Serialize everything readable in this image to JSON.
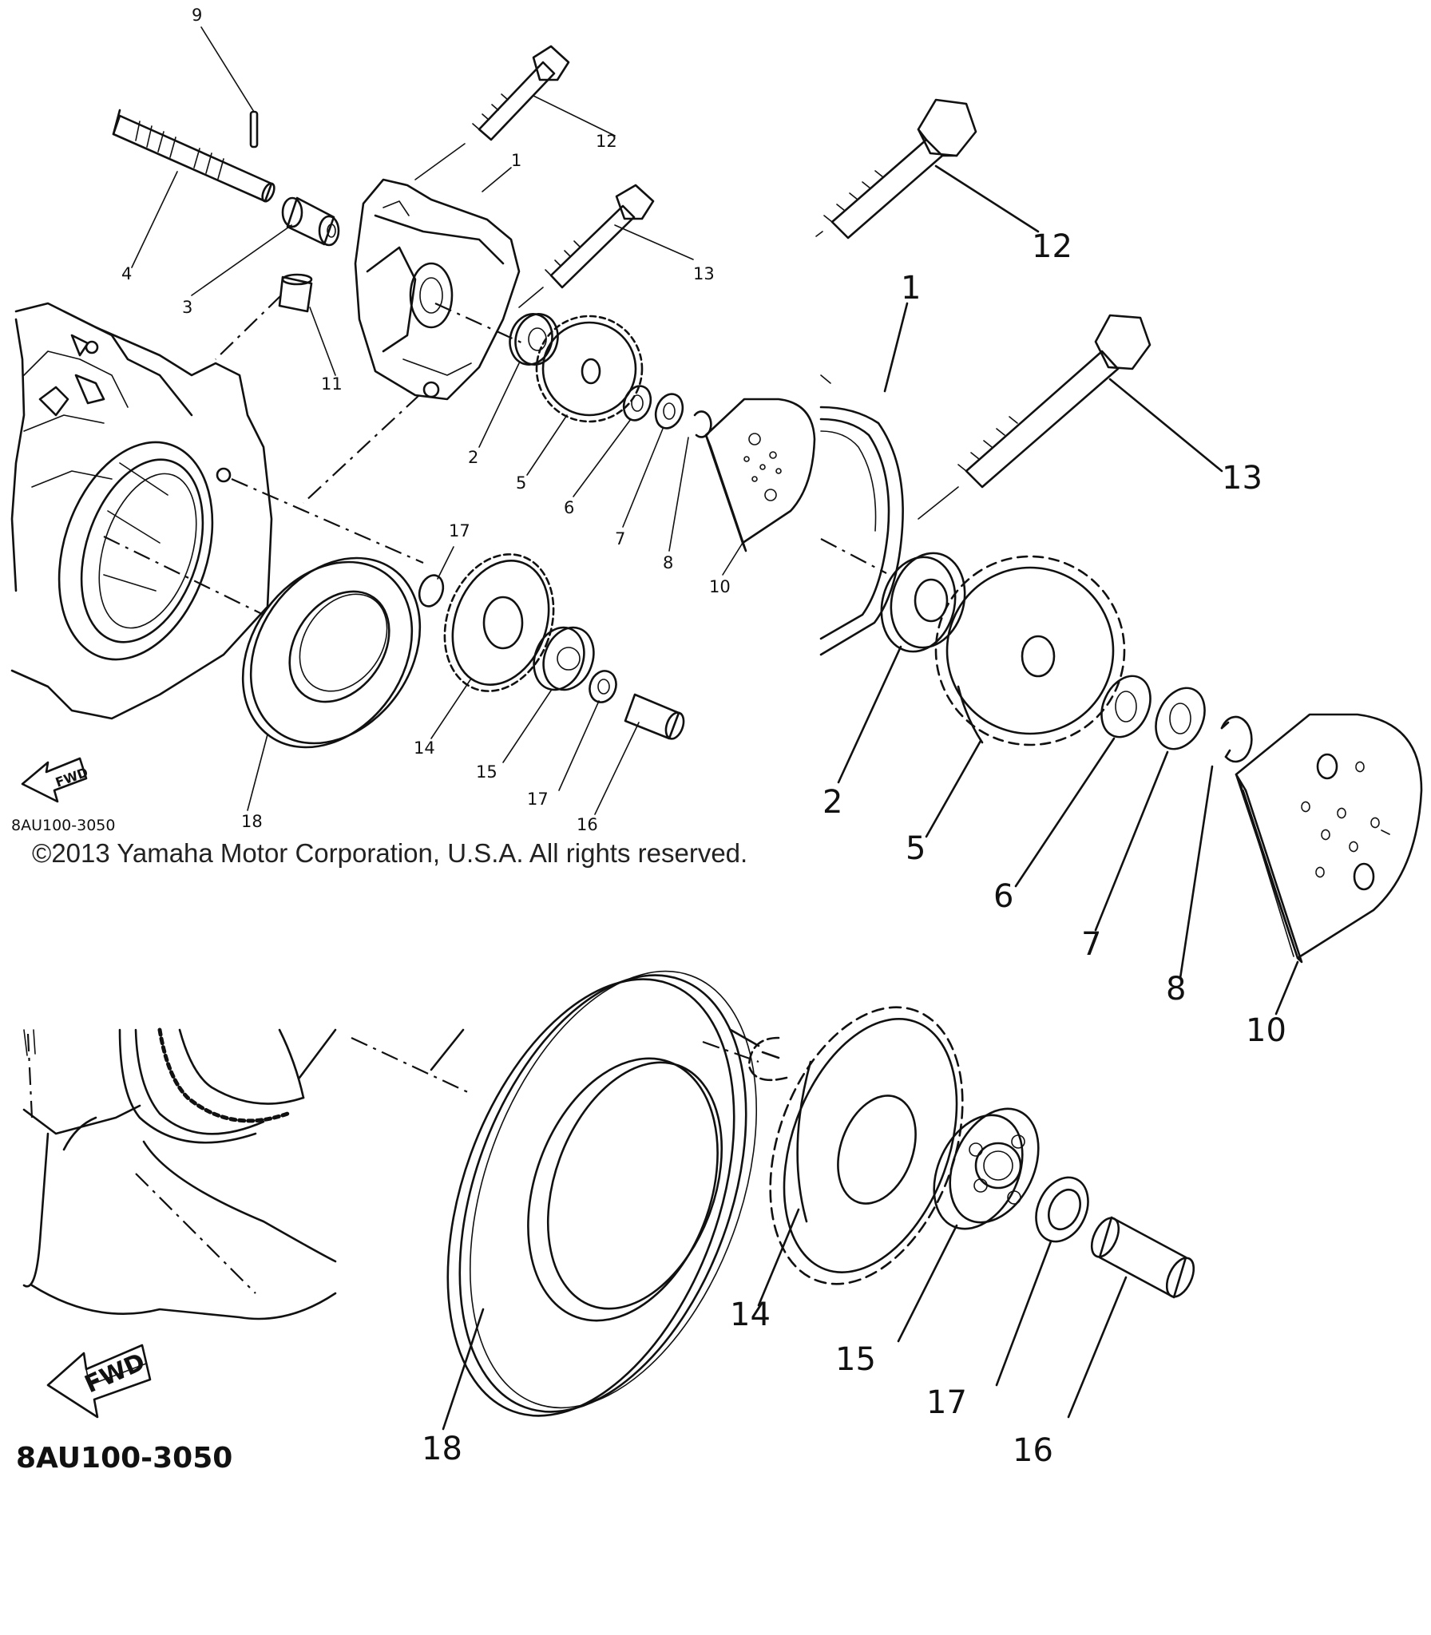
{
  "diagram_code": "8AU100-3050",
  "zoom_code": "8AU100-3050",
  "fwd_label": "FWD",
  "copyright": "©2013 Yamaha Motor Corporation, U.S.A. All rights reserved.",
  "callouts": {
    "c1": "1",
    "c2": "2",
    "c3": "3",
    "c4": "4",
    "c5": "5",
    "c6": "6",
    "c7": "7",
    "c8": "8",
    "c9": "9",
    "c10": "10",
    "c11": "11",
    "c12": "12",
    "c13": "13",
    "c14": "14",
    "c15": "15",
    "c16": "16",
    "c17a": "17",
    "c17b": "17",
    "c18": "18"
  },
  "zoom_callouts": {
    "z1": "1",
    "z2": "2",
    "z5": "5",
    "z6": "6",
    "z7": "7",
    "z8": "8",
    "z10": "10",
    "z12": "12",
    "z13": "13",
    "z14": "14",
    "z15": "15",
    "z16": "16",
    "z17": "17",
    "z18": "18"
  }
}
